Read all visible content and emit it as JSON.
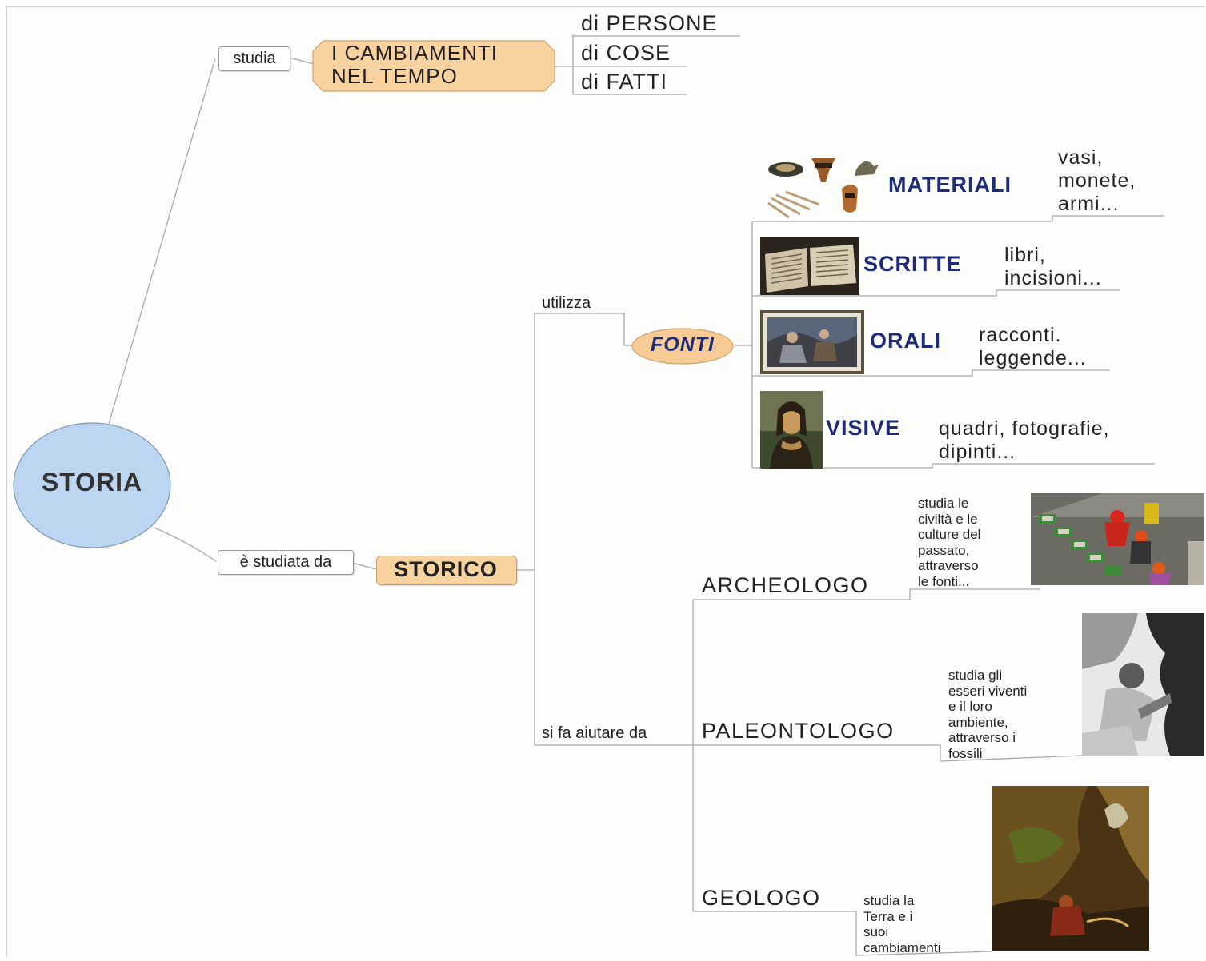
{
  "root": {
    "label": "STORIA"
  },
  "branch_top": {
    "link": "studia",
    "node": "I CAMBIAMENTI\nNEL TEMPO",
    "children": [
      "di PERSONE",
      "di COSE",
      "di FATTI"
    ]
  },
  "branch_bottom": {
    "link": "è studiata da",
    "node": "STORICO",
    "uses": {
      "link": "utilizza",
      "node": "FONTI",
      "types": [
        {
          "name": "MATERIALI",
          "desc": "vasi,\nmonete,\narmi...",
          "image": "ancient-artifacts-image"
        },
        {
          "name": "SCRITTE",
          "desc": "libri,\nincisioni...",
          "image": "old-book-image"
        },
        {
          "name": "ORALI",
          "desc": "racconti.\nleggende...",
          "image": "storytelling-painting-image"
        },
        {
          "name": "VISIVE",
          "desc": "quadri, fotografie,\ndipinti...",
          "image": "mona-lisa-image"
        }
      ]
    },
    "helpers": {
      "link": "si fa aiutare da",
      "items": [
        {
          "name": "ARCHEOLOGO",
          "desc": "studia le\nciviltà e le\nculture del\npassato,\nattraverso\nle fonti...",
          "image": "archaeological-dig-image"
        },
        {
          "name": "PALEONTOLOGO",
          "desc": "studia gli\nesseri viventi\ne il loro\nambiente,\nattraverso i\nfossili",
          "image": "fossil-excavation-image"
        },
        {
          "name": "GEOLOGO",
          "desc": "studia la\nTerra e i\nsuoi\ncambiamenti",
          "image": "geologist-painting-image"
        }
      ]
    }
  },
  "colors": {
    "root_fill": "#bcd6f2",
    "node_fill": "#f8d3a0",
    "fonti_fill": "#f6cb96",
    "fonti_text": "#1d2b78",
    "category_text": "#1d2b78",
    "connector": "#a8a8a8"
  }
}
